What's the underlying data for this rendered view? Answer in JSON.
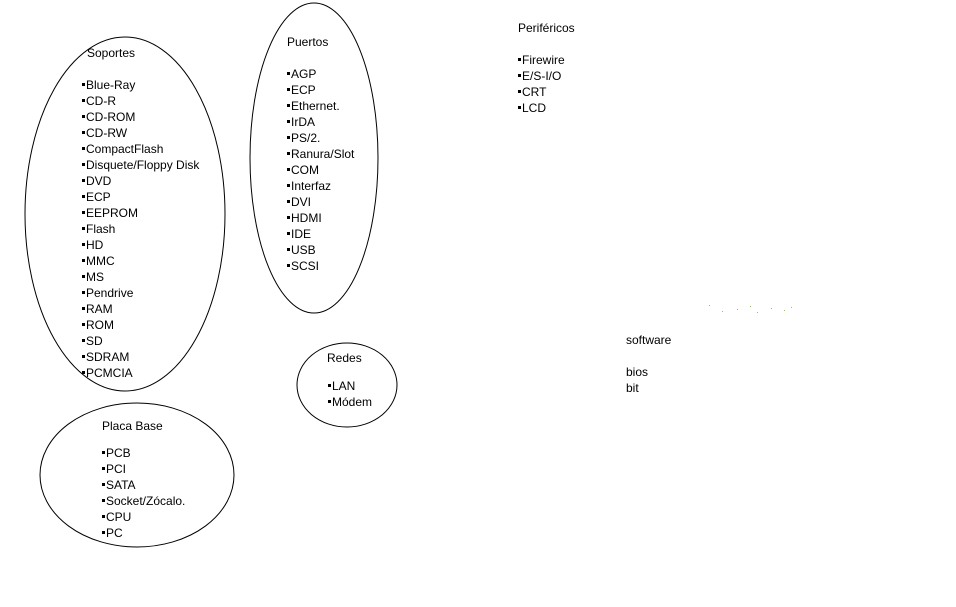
{
  "groups": {
    "soportes": {
      "title": "Soportes",
      "items": [
        "Blue-Ray",
        "CD-R",
        "CD-ROM",
        "CD-RW",
        "CompactFlash",
        "Disquete/Floppy Disk",
        "DVD",
        "ECP",
        "EEPROM",
        "Flash",
        "HD",
        "MMC",
        "MS",
        "Pendrive",
        "RAM",
        "ROM",
        "SD",
        "SDRAM",
        "PCMCIA"
      ]
    },
    "puertos": {
      "title": "Puertos",
      "items": [
        "AGP",
        "ECP",
        "Ethernet.",
        "IrDA",
        "PS/2.",
        "Ranura/Slot",
        "COM",
        "Interfaz",
        "DVI",
        "HDMI",
        "IDE",
        "USB",
        "SCSI"
      ]
    },
    "perifericos": {
      "title": "Periféricos",
      "items": [
        "Firewire",
        "E/S-I/O",
        "CRT",
        "LCD"
      ]
    },
    "redes": {
      "title": "Redes",
      "items": [
        "LAN",
        "Módem"
      ]
    },
    "placa_base": {
      "title": "Placa Base",
      "items": [
        "PCB",
        "PCI",
        "SATA",
        "Socket/Zócalo.",
        "CPU",
        "PC"
      ]
    }
  },
  "loose_words": {
    "software": "software",
    "bios": "bios",
    "bit": "bit"
  }
}
